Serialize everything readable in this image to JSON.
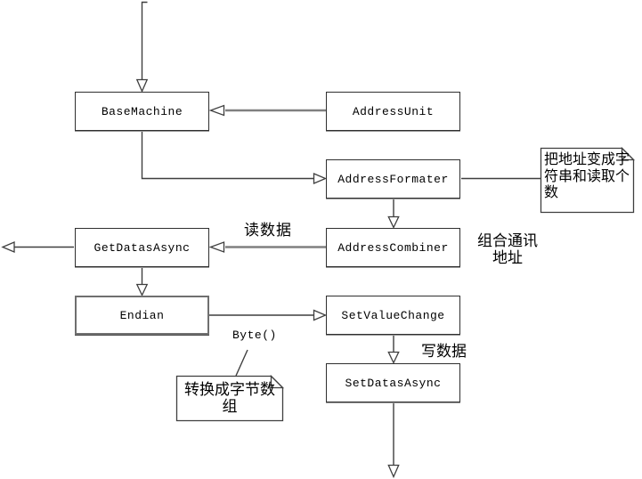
{
  "diagram": {
    "nodes": {
      "base_machine": "BaseMachine",
      "address_unit": "AddressUnit",
      "address_formater": "AddressFormater",
      "get_datas_async": "GetDatasAsync",
      "address_combiner": "AddressCombiner",
      "endian": "Endian",
      "set_value_change": "SetValueChange",
      "set_datas_async": "SetDatasAsync"
    },
    "notes": {
      "address_formater_note": "把地址变成字符串和读取个数",
      "endian_note": "转换成字节数组"
    },
    "edge_labels": {
      "read_data": "读数据",
      "combine_address": "组合通讯地址",
      "byte": "Byte()",
      "write_data": "写数据"
    },
    "colors": {
      "background": "#ffffff",
      "box_fill": "#ffffff",
      "box_border": "#2f2f2f",
      "line_thin": "#3f3f3f",
      "line_thick": "#808080",
      "text": "#000000"
    }
  }
}
